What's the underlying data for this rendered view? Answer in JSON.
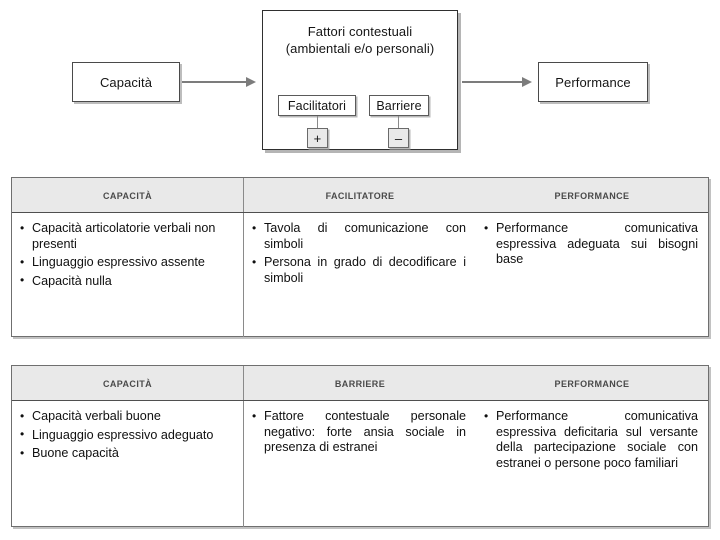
{
  "diagram": {
    "input_box": {
      "label": "Capacità"
    },
    "context_box": {
      "title_line1": "Fattori contestuali",
      "title_line2": "(ambientali e/o personali)",
      "facilitatori": {
        "label": "Facilitatori",
        "sign": "+"
      },
      "barriere": {
        "label": "Barriere",
        "sign": "–"
      }
    },
    "output_box": {
      "label": "Performance"
    },
    "arrows": [
      {
        "name": "capacita-to-contesto"
      },
      {
        "name": "contesto-to-performance"
      }
    ],
    "colors": {
      "box_border": "#4a4a4a",
      "context_border": "#2f2f2f",
      "shadow": "#bdbdbd",
      "arrow": "#7c7c7c",
      "sign_fill": "#e9e9e9"
    }
  },
  "tables": [
    {
      "id": "table1",
      "headers": [
        "Capacità",
        "Facilitatore",
        "Performance"
      ],
      "columns": [
        [
          "Capacità articolatorie verbali non presenti",
          "Linguaggio espressivo assente",
          "Capacità nulla"
        ],
        [
          "Tavola di comunicazione con simboli",
          "Persona in grado di decodificare i simboli"
        ],
        [
          "Performance comunicativa espressiva adeguata sui bisogni base"
        ]
      ]
    },
    {
      "id": "table2",
      "headers": [
        "Capacità",
        "Barriere",
        "Performance"
      ],
      "columns": [
        [
          "Capacità verbali buone",
          "Linguaggio espressivo adeguato",
          "Buone capacità"
        ],
        [
          "Fattore contestuale personale negativo: forte ansia sociale in presenza di estranei"
        ],
        [
          "Performance comunicativa espressiva deficitaria sul versante della partecipazione sociale con estranei o persone poco familiari"
        ]
      ]
    }
  ],
  "style": {
    "header_bg": "#e9e9e9",
    "header_text": "#4a4a4a",
    "table_border": "#6f6f6f",
    "divider": "#8a8a8a"
  }
}
